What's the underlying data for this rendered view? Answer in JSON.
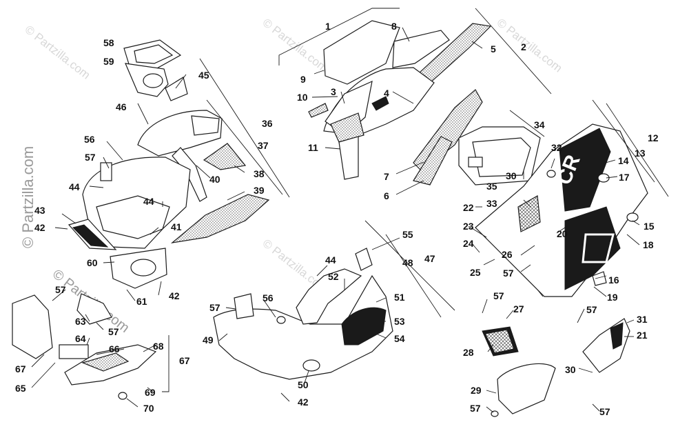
{
  "watermark": "© Partzilla.com",
  "callouts": {
    "c1": "1",
    "c2": "2",
    "c3": "3",
    "c4": "4",
    "c5": "5",
    "c6": "6",
    "c7": "7",
    "c8": "8",
    "c9": "9",
    "c10": "10",
    "c11": "11",
    "c12": "12",
    "c13": "13",
    "c14": "14",
    "c15": "15",
    "c16": "16",
    "c17": "17",
    "c18": "18",
    "c19": "19",
    "c20": "20",
    "c21": "21",
    "c22": "22",
    "c23": "23",
    "c24": "24",
    "c25": "25",
    "c26": "26",
    "c27": "27",
    "c28": "28",
    "c29": "29",
    "c30": "30",
    "c31": "31",
    "c32": "32",
    "c33": "33",
    "c34": "34",
    "c35": "35",
    "c36": "36",
    "c37": "37",
    "c38": "38",
    "c39": "39",
    "c40": "40",
    "c41": "41",
    "c42": "42",
    "c43": "43",
    "c44": "44",
    "c45": "45",
    "c46": "46",
    "c47": "47",
    "c48": "48",
    "c49": "49",
    "c50": "50",
    "c51": "51",
    "c52": "52",
    "c53": "53",
    "c54": "54",
    "c55": "55",
    "c56": "56",
    "c57": "57",
    "c58": "58",
    "c59": "59",
    "c60": "60",
    "c61": "61",
    "c63": "63",
    "c64": "64",
    "c65": "65",
    "c66": "66",
    "c67": "67",
    "c68": "68",
    "c69": "69",
    "c70": "70"
  },
  "decal_text": "CR"
}
